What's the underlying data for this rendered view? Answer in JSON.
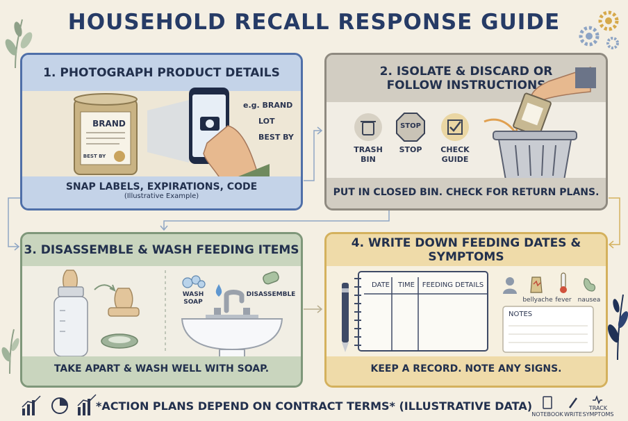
{
  "title": "HOUSEHOLD RECALL RESPONSE GUIDE",
  "panel1": {
    "heading": "1. PHOTOGRAPH PRODUCT DETAILS",
    "can_label": "BRAND",
    "can_best_by": "BEST BY",
    "callouts": [
      "e.g. BRAND",
      "LOT",
      "BEST BY"
    ],
    "footer": "SNAP LABELS, EXPIRATIONS, CODE",
    "footer_note": "(Illustrative Example)"
  },
  "panel2": {
    "heading_line1": "2. ISOLATE & DISCARD OR",
    "heading_line2": "FOLLOW INSTRUCTIONS",
    "icons": [
      {
        "name": "trash-icon",
        "label_line1": "TRASH",
        "label_line2": "BIN"
      },
      {
        "name": "stop-icon",
        "label_line1": "STOP",
        "label_line2": "",
        "sign_text": "STOP"
      },
      {
        "name": "check-icon",
        "label_line1": "CHECK",
        "label_line2": "GUIDE"
      }
    ],
    "footer": "PUT IN CLOSED BIN. CHECK FOR RETURN PLANS."
  },
  "panel3": {
    "heading": "3. DISASSEMBLE & WASH FEEDING ITEMS",
    "wash_soap_line1": "WASH",
    "wash_soap_line2": "SOAP",
    "disassemble": "DISASSEMBLE",
    "footer": "TAKE APART & WASH WELL WITH SOAP."
  },
  "panel4": {
    "heading": "4. WRITE DOWN FEEDING DATES & SYMPTOMS",
    "table_headers": [
      "DATE",
      "TIME",
      "FEEDING DETAILS"
    ],
    "symptoms": [
      "bellyache",
      "fever",
      "nausea"
    ],
    "notes_label": "NOTES",
    "footer": "KEEP A RECORD. NOTE ANY SIGNS."
  },
  "footer": {
    "text": "*ACTION PLANS DEPEND ON CONTRACT TERMS* (ILLUSTRATIVE DATA)",
    "icons": [
      {
        "name": "notebook",
        "label_line1": "NOTEBOOK",
        "label_line2": ""
      },
      {
        "name": "write",
        "label_line1": "WRITE",
        "label_line2": ""
      },
      {
        "name": "track-symptoms",
        "label_line1": "TRACK",
        "label_line2": "SYMPTOMS"
      }
    ]
  },
  "colors": {
    "title": "#263b66",
    "panel1_border": "#4f6fa8",
    "panel2_border": "#8f8a80",
    "panel3_border": "#7f977a",
    "panel4_border": "#d4b15d",
    "background": "#f4efe3"
  }
}
